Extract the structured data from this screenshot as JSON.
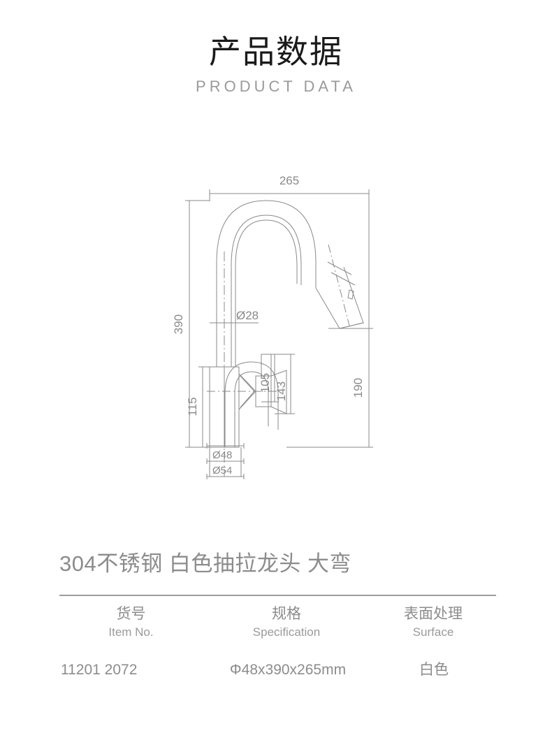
{
  "header": {
    "title_cn": "产品数据",
    "title_en": "PRODUCT DATA"
  },
  "drawing": {
    "caption_width": "265",
    "caption_height": "390",
    "tube_diameter": "Ø28",
    "base_height": "115",
    "handle_height": "105",
    "body_height": "143",
    "spout_height": "190",
    "base_diameter_inner": "Ø48",
    "base_diameter_outer": "Ø54"
  },
  "product": {
    "name": "304不锈钢 白色抽拉龙头 大弯"
  },
  "spec_table": {
    "columns": [
      {
        "cn": "货号",
        "en": "Item No."
      },
      {
        "cn": "规格",
        "en": "Specification"
      },
      {
        "cn": "表面处理",
        "en": "Surface"
      }
    ],
    "row": {
      "item_no": "11201 2072",
      "specification": "Φ48x390x265mm",
      "surface": "白色"
    }
  },
  "colors": {
    "title_dark": "#1a1a1a",
    "text_gray": "#8c8c8c",
    "line_gray": "#8a8a8a",
    "divider": "#9d9d9d"
  }
}
